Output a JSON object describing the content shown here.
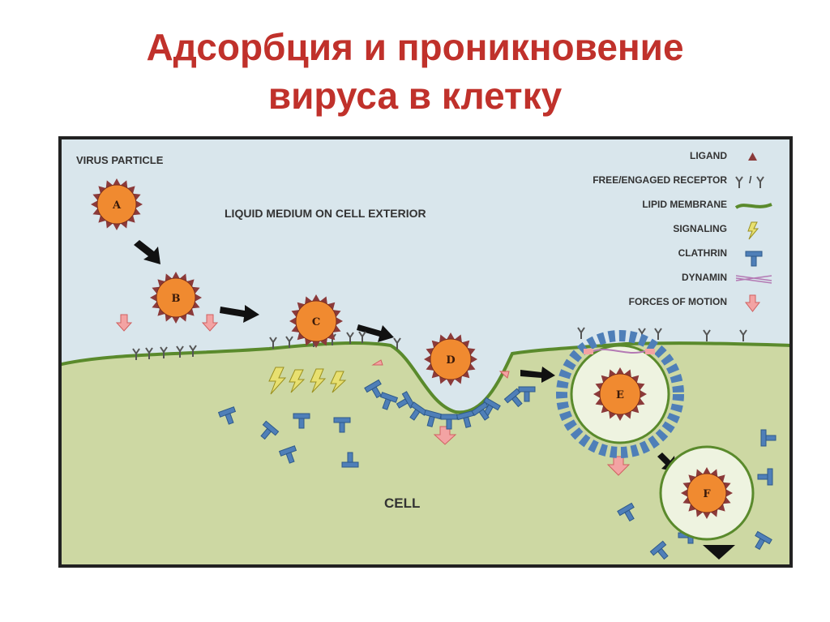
{
  "title": {
    "line1": "Адсорбция и проникновение",
    "line2": "вируса в клетку"
  },
  "diagram": {
    "virus_particle": "VIRUS PARTICLE",
    "medium": "LIQUID MEDIUM ON CELL EXTERIOR",
    "cell": "CELL",
    "stages": [
      "A",
      "B",
      "C",
      "D",
      "E",
      "F"
    ],
    "legend": [
      {
        "label": "LIGAND",
        "icon": "ligand-icon"
      },
      {
        "label": "FREE/ENGAGED RECEPTOR",
        "icon": "receptor-icon",
        "sep": "/"
      },
      {
        "label": "LIPID MEMBRANE",
        "icon": "membrane-icon"
      },
      {
        "label": "SIGNALING",
        "icon": "signaling-icon"
      },
      {
        "label": "CLATHRIN",
        "icon": "clathrin-icon"
      },
      {
        "label": "DYNAMIN",
        "icon": "dynamin-icon"
      },
      {
        "label": "FORCES OF MOTION",
        "icon": "force-arrow-icon"
      }
    ]
  },
  "colors": {
    "title": "#c0312b",
    "medium": "#d9e6ec",
    "cytoplasm": "#cdd8a3",
    "membrane": "#5a8a2c",
    "virus_fill": "#f08a30",
    "virus_spike": "#8b3a3a",
    "clathrin": "#4f7fb8",
    "force_arrow": "#f3a3a3",
    "dynamin": "#b47ab4",
    "signaling": "#e8e070"
  }
}
